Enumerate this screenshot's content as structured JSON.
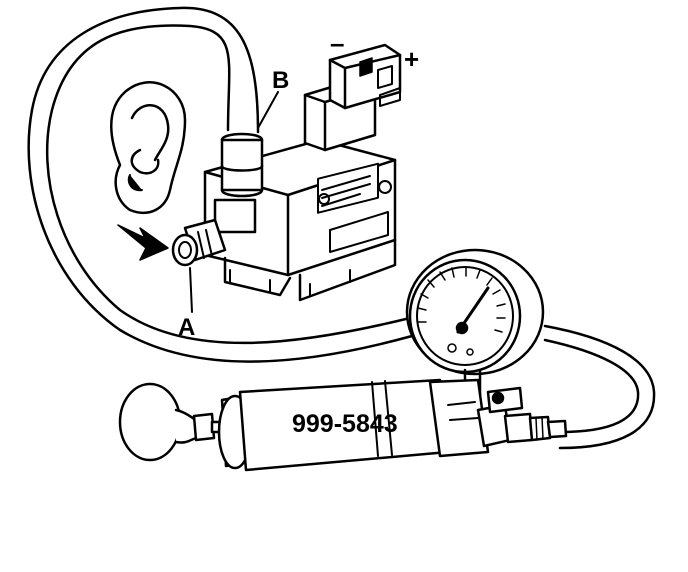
{
  "labels": {
    "b": "B",
    "a": "A",
    "minus": "–",
    "plus": "+",
    "tool_number": "999-5843"
  },
  "icons": [
    "ear-icon",
    "arrow-icon",
    "pressure-gauge-icon",
    "solenoid-valve-icon",
    "hand-pump-icon"
  ],
  "colors": {
    "ink": "#000000",
    "paper": "#ffffff"
  }
}
